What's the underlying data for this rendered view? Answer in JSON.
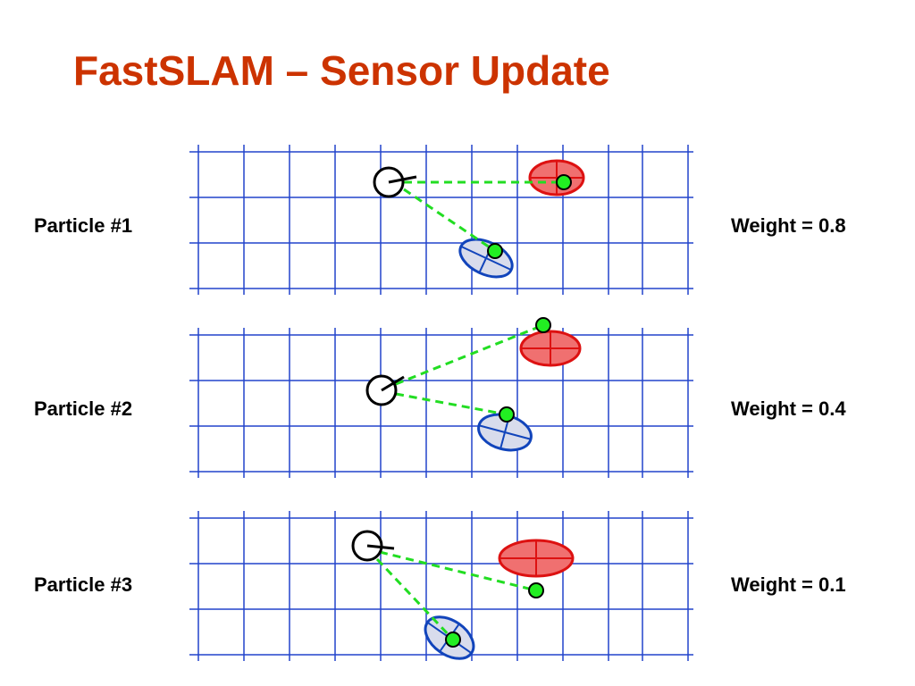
{
  "title": "FastSLAM – Sensor Update",
  "colors": {
    "title": "#CC3300",
    "grid": "#2244CC",
    "landmark_red_fill": "#F07070",
    "landmark_red_stroke": "#DD1111",
    "landmark_blue_fill": "#D8DCEC",
    "landmark_blue_stroke": "#1144BB",
    "measurement_line": "#22DD22",
    "measurement_point": "#22EE22",
    "robot": "#000000"
  },
  "particles": [
    {
      "label": "Particle #1",
      "weight_label": "Weight = 0.8",
      "weight": 0.8
    },
    {
      "label": "Particle #2",
      "weight_label": "Weight = 0.4",
      "weight": 0.4
    },
    {
      "label": "Particle #3",
      "weight_label": "Weight = 0.1",
      "weight": 0.1
    }
  ]
}
